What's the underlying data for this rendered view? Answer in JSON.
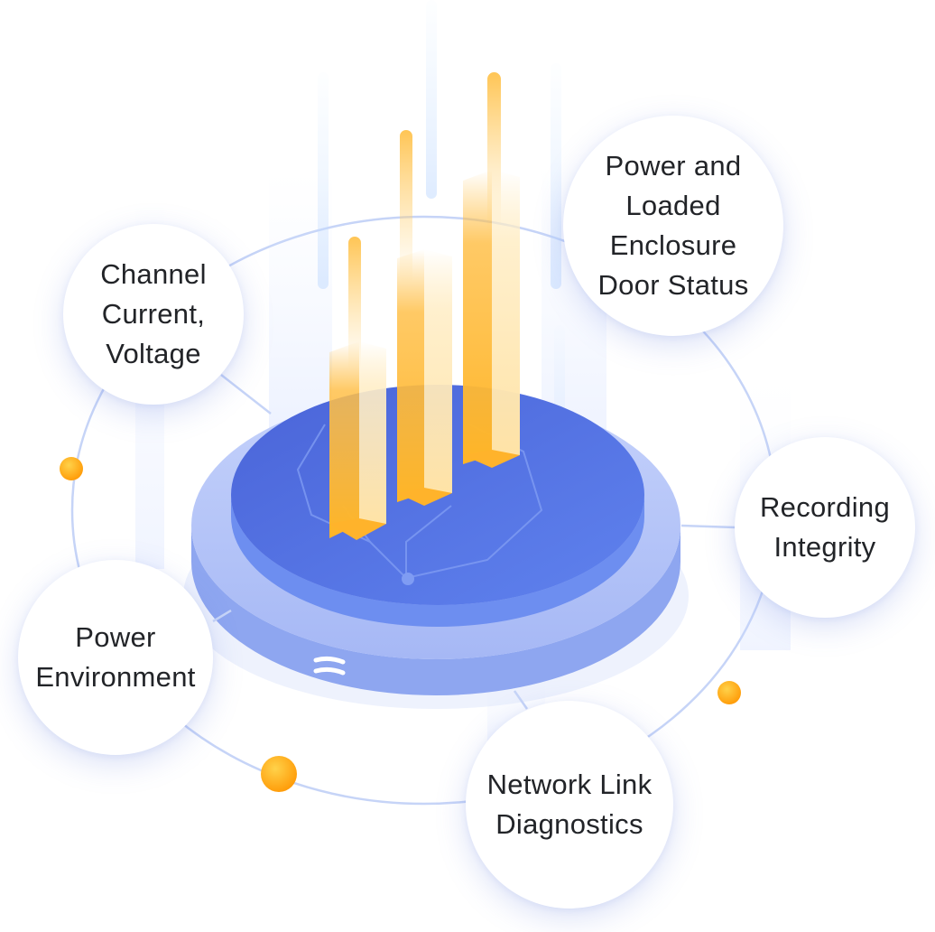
{
  "diagram": {
    "center_icon": "platform-logo-icon",
    "features": [
      {
        "id": "channel",
        "label": "Channel\nCurrent,\nVoltage"
      },
      {
        "id": "power-door",
        "label": "Power and\nLoaded\nEnclosure\nDoor Status"
      },
      {
        "id": "recording",
        "label": "Recording\nIntegrity"
      },
      {
        "id": "power-env",
        "label": "Power\nEnvironment"
      },
      {
        "id": "network",
        "label": "Network Link\nDiagnostics"
      }
    ]
  },
  "colors": {
    "platform_top": "#4f6fe0",
    "platform_rim": "#9fb2f4",
    "bar_gold": "#ffbd3d",
    "bar_light": "#ffe9b8",
    "orbit_line": "#b9c9f5",
    "accent_dot": "#ffb21f"
  }
}
